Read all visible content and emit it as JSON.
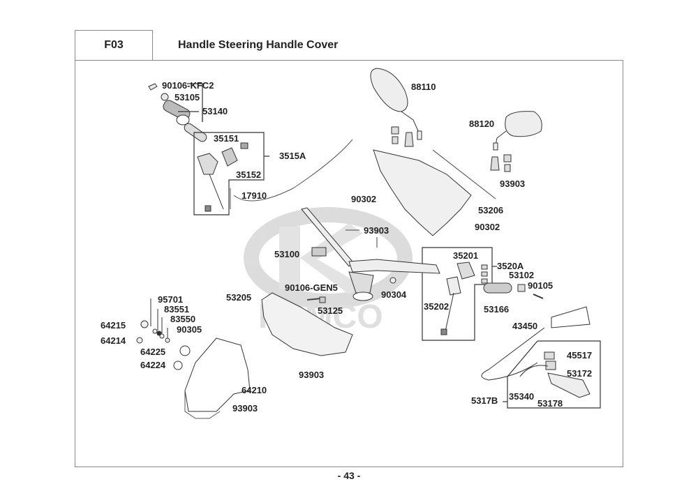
{
  "header": {
    "section_code": "F03",
    "title": "Handle Steering  Handle Cover"
  },
  "watermark": "KYMCO",
  "footer": {
    "page_number": "- 43 -"
  },
  "parts": [
    {
      "id": "90106-KFC2",
      "label": "90106-KFC2"
    },
    {
      "id": "53105",
      "label": "53105"
    },
    {
      "id": "53140",
      "label": "53140"
    },
    {
      "id": "35151",
      "label": "35151"
    },
    {
      "id": "3515A",
      "label": "3515A"
    },
    {
      "id": "35152",
      "label": "35152"
    },
    {
      "id": "17910",
      "label": "17910"
    },
    {
      "id": "88110",
      "label": "88110"
    },
    {
      "id": "88120",
      "label": "88120"
    },
    {
      "id": "93903-a",
      "label": "93903"
    },
    {
      "id": "90302-a",
      "label": "90302"
    },
    {
      "id": "53206",
      "label": "53206"
    },
    {
      "id": "90302-b",
      "label": "90302"
    },
    {
      "id": "93903-b",
      "label": "93903"
    },
    {
      "id": "53100",
      "label": "53100"
    },
    {
      "id": "35201",
      "label": "35201"
    },
    {
      "id": "3520A",
      "label": "3520A"
    },
    {
      "id": "53102",
      "label": "53102"
    },
    {
      "id": "90105",
      "label": "90105"
    },
    {
      "id": "90106-GEN5",
      "label": "90106-GEN5"
    },
    {
      "id": "90304",
      "label": "90304"
    },
    {
      "id": "53205",
      "label": "53205"
    },
    {
      "id": "53125",
      "label": "53125"
    },
    {
      "id": "35202",
      "label": "35202"
    },
    {
      "id": "53166",
      "label": "53166"
    },
    {
      "id": "43450",
      "label": "43450"
    },
    {
      "id": "95701",
      "label": "95701"
    },
    {
      "id": "83551",
      "label": "83551"
    },
    {
      "id": "83550",
      "label": "83550"
    },
    {
      "id": "64215",
      "label": "64215"
    },
    {
      "id": "90305",
      "label": "90305"
    },
    {
      "id": "64214",
      "label": "64214"
    },
    {
      "id": "64225",
      "label": "64225"
    },
    {
      "id": "64224",
      "label": "64224"
    },
    {
      "id": "93903-c",
      "label": "93903"
    },
    {
      "id": "64210",
      "label": "64210"
    },
    {
      "id": "93903-d",
      "label": "93903"
    },
    {
      "id": "45517",
      "label": "45517"
    },
    {
      "id": "53172",
      "label": "53172"
    },
    {
      "id": "5317B",
      "label": "5317B"
    },
    {
      "id": "35340",
      "label": "35340"
    },
    {
      "id": "53178",
      "label": "53178"
    }
  ]
}
